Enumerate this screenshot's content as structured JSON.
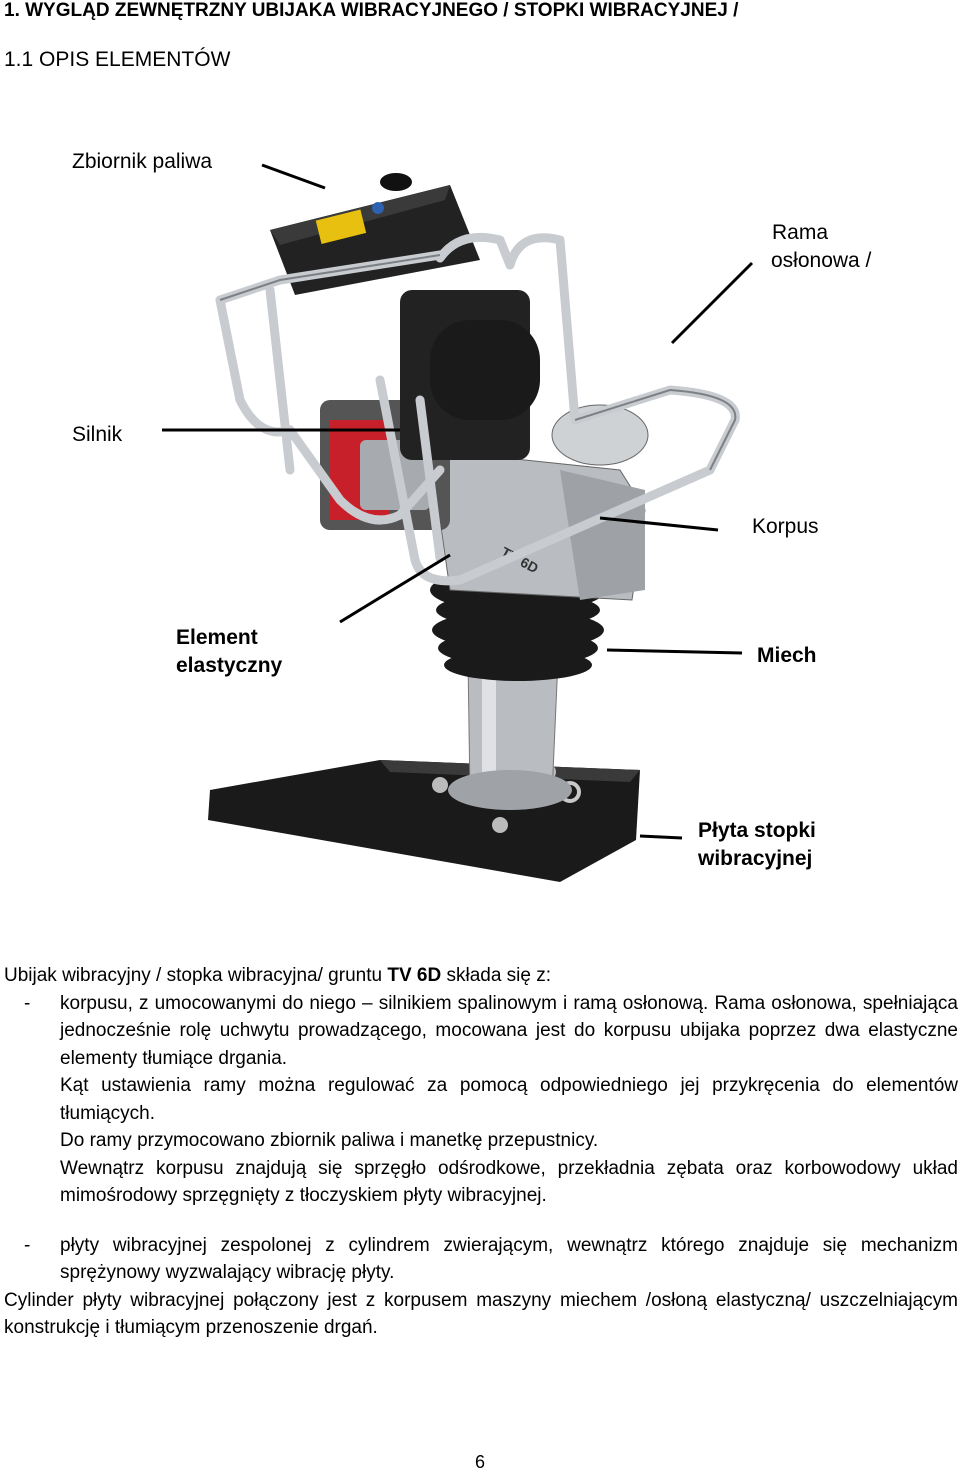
{
  "heading": "1. WYGLĄD ZEWNĘTRZNY UBIJAKA WIBRACYJNEGO / STOPKI WIBRACYJNEJ /",
  "subheading": "1.1 OPIS ELEMENTÓW",
  "labels": {
    "fuel_tank": "Zbiornik paliwa",
    "frame_line1": "Rama",
    "frame_line2": "osłonowa /",
    "engine": "Silnik",
    "body": "Korpus",
    "elastic_line1": "Element",
    "elastic_line2": "elastyczny",
    "bellows": "Miech",
    "plate_line1": "Płyta stopki",
    "plate_line2": "wibracyjnej"
  },
  "machine_model": "TV 6D",
  "body_text": {
    "intro_pre": "Ubijak wibracyjny / stopka wibracyjna/ gruntu ",
    "intro_bold": "TV 6D",
    "intro_post": " składa się z:",
    "bullet1_dash": "-",
    "bullet1_p1": "korpusu, z umocowanymi do niego – silnikiem spalinowym i ramą osłonową. Rama osłonowa, spełniająca jednocześnie rolę uchwytu prowadzącego, mocowana jest do korpusu ubijaka poprzez dwa elastyczne elementy tłumiące drgania.",
    "bullet1_p2": "Kąt ustawienia ramy można regulować za pomocą odpowiedniego jej przykręcenia do elementów tłumiących.",
    "bullet1_p3": "Do ramy przymocowano zbiornik paliwa i manetkę przepustnicy.",
    "bullet1_p4": "Wewnątrz korpusu znajdują się sprzęgło odśrodkowe, przekładnia zębata oraz korbowodowy układ mimośrodowy sprzęgnięty z tłoczyskiem płyty wibracyjnej.",
    "bullet2_dash": "-",
    "bullet2": "płyty wibracyjnej zespolonej z cylindrem zwierającym, wewnątrz którego znajduje się mechanizm sprężynowy wyzwalający wibrację płyty.",
    "closing": "Cylinder płyty wibracyjnej połączony jest z korpusem maszyny miechem /osłoną elastyczną/ uszczelniającym konstrukcję i tłumiącym przenoszenie drgań."
  },
  "page_number": "6",
  "colors": {
    "frame_chrome": "#c8ccd0",
    "engine_red": "#c8202a",
    "rubber_black": "#1a1a1a",
    "aluminium": "#b9bcc0"
  }
}
